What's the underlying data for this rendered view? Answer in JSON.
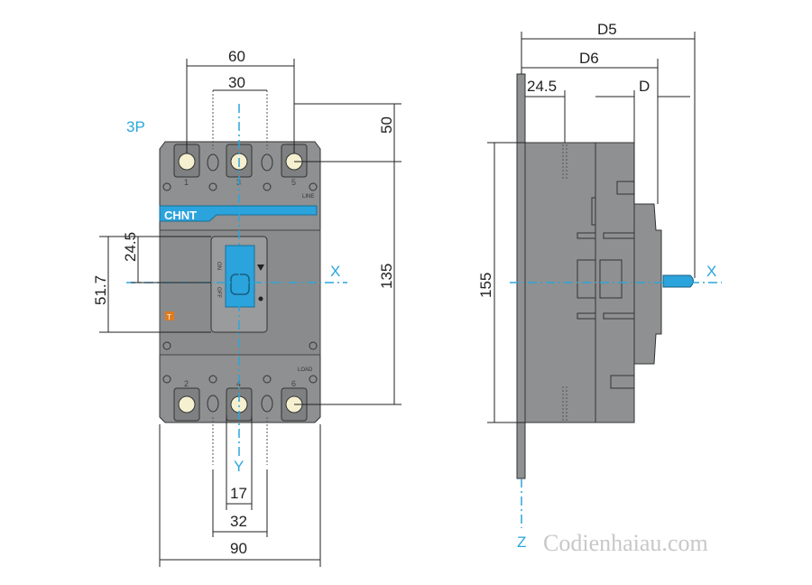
{
  "colors": {
    "accent": "#2aa6dc",
    "body": "#8f9091",
    "terminal": "#f4f0d0",
    "label": "#e07a1f"
  },
  "front_view": {
    "pole_label": "3P",
    "brand": "CHNT",
    "line_label": "LINE",
    "load_label": "LOAD",
    "terminals_top": [
      "1",
      "3",
      "5"
    ],
    "terminals_bottom": [
      "2",
      "4",
      "6"
    ],
    "handle_on": "ON",
    "handle_off": "OFF",
    "trip_badge": "T",
    "axis_x": "X",
    "axis_y": "Y",
    "dimensions": {
      "width_60": "60",
      "pitch_30": "30",
      "top_50": "50",
      "height_135": "135",
      "handle_24_5": "24.5",
      "handle_51_7": "51.7",
      "bottom_17": "17",
      "bottom_32": "32",
      "width_90": "90"
    }
  },
  "side_view": {
    "axis_x": "X",
    "axis_z": "Z",
    "dimensions": {
      "d5": "D5",
      "d6": "D6",
      "depth_24_5": "24.5",
      "d": "D",
      "height_155": "155"
    }
  },
  "watermark": "Codienhaiau.com"
}
